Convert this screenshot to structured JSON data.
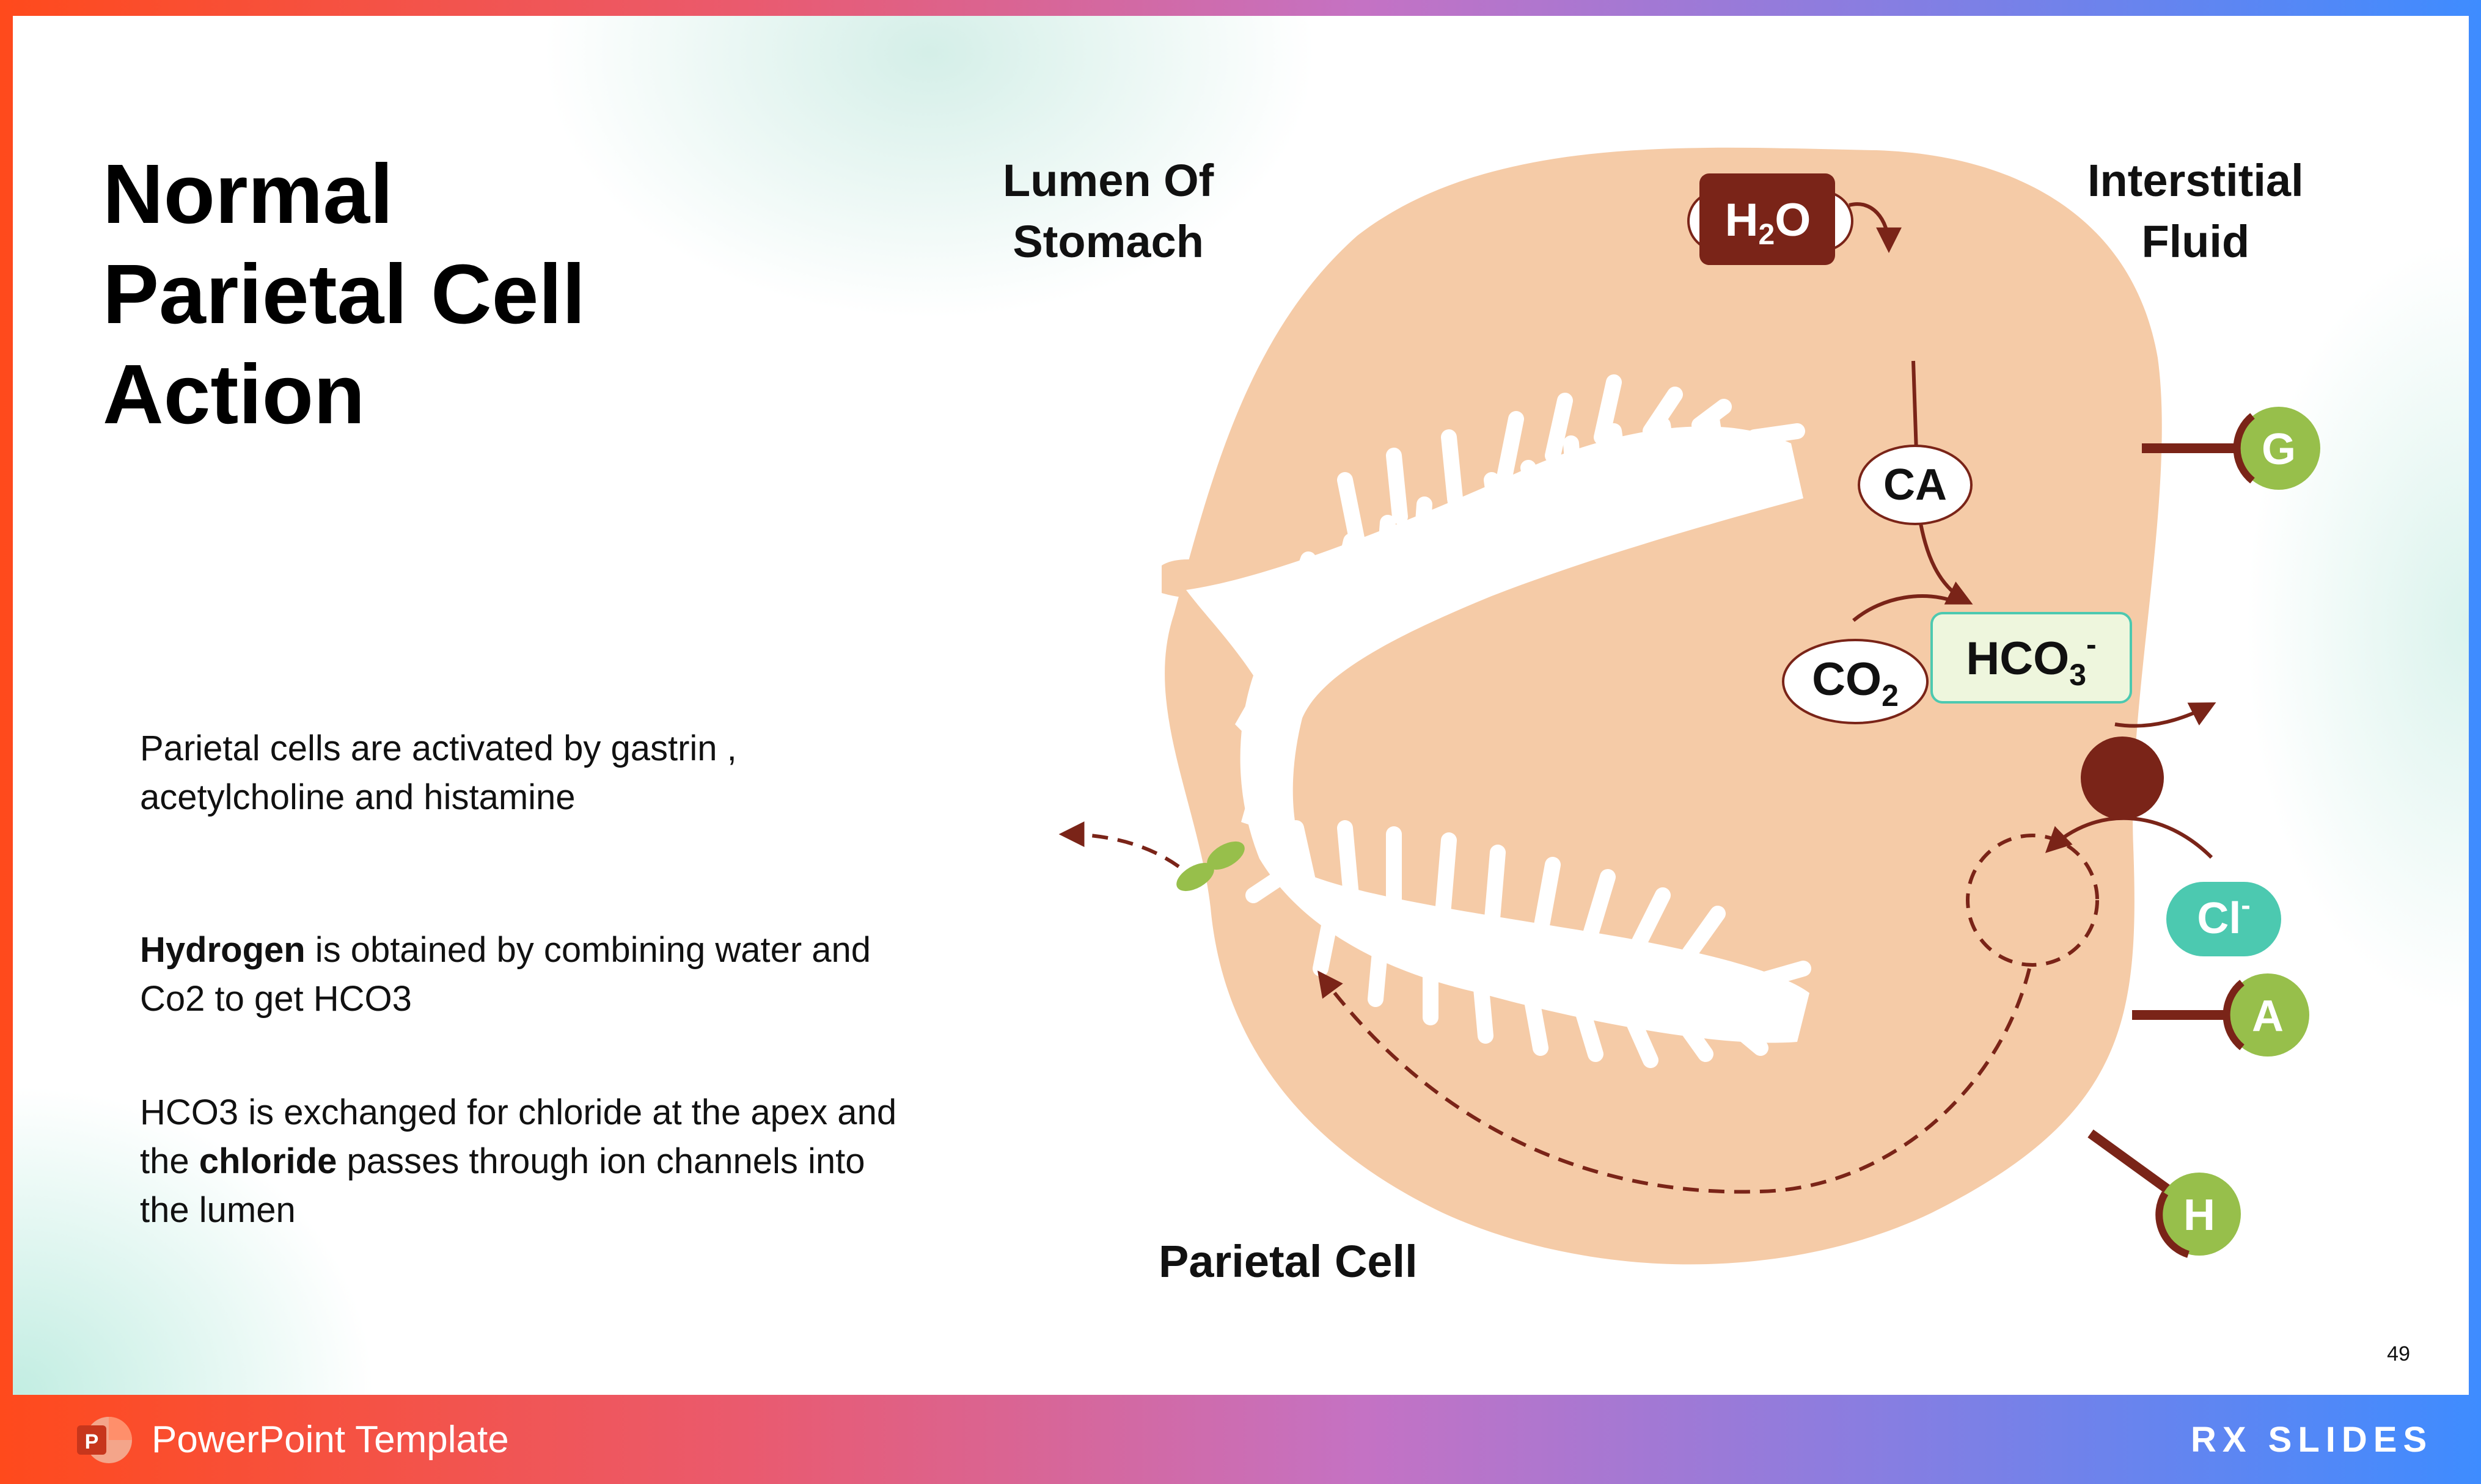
{
  "slide": {
    "title_lines": [
      "Normal",
      "Parietal Cell",
      "Action"
    ],
    "paragraph1": "Parietal cells are activated by gastrin , acetylcholine and histamine",
    "paragraph2_bold": "Hydrogen",
    "paragraph2_rest": " is obtained by combining water and Co2 to get HCO3",
    "paragraph3_start": "HCO3 is exchanged for chloride at the apex and the ",
    "paragraph3_bold": "chloride",
    "paragraph3_end": " passes through ion channels into the lumen",
    "page_number": "49"
  },
  "diagram": {
    "label_lumen_line1": "Lumen Of",
    "label_lumen_line2": "Stomach",
    "label_interstitial_line1": "Interstitial",
    "label_interstitial_line2": "Fluid",
    "label_cell": "Parietal Cell",
    "h2o_main": "H",
    "h2o_sub": "2",
    "h2o_end": "O",
    "ca": "CA",
    "co2_main": "CO",
    "co2_sub": "2",
    "hco3_main": "HCO",
    "hco3_sub": "3",
    "hco3_sup": "-",
    "cl_main": "Cl",
    "cl_sup": "-",
    "receptor_g": "G",
    "receptor_a": "A",
    "receptor_h": "H",
    "colors": {
      "cell": "#f5cba7",
      "dark_red": "#7a2418",
      "green": "#97bf4b",
      "teal": "#4cc9b0",
      "hco3_box": "#eef6dd"
    }
  },
  "footer": {
    "app_text": "PowerPoint Template",
    "logo_letter": "P",
    "brand": "RX SLIDES"
  }
}
